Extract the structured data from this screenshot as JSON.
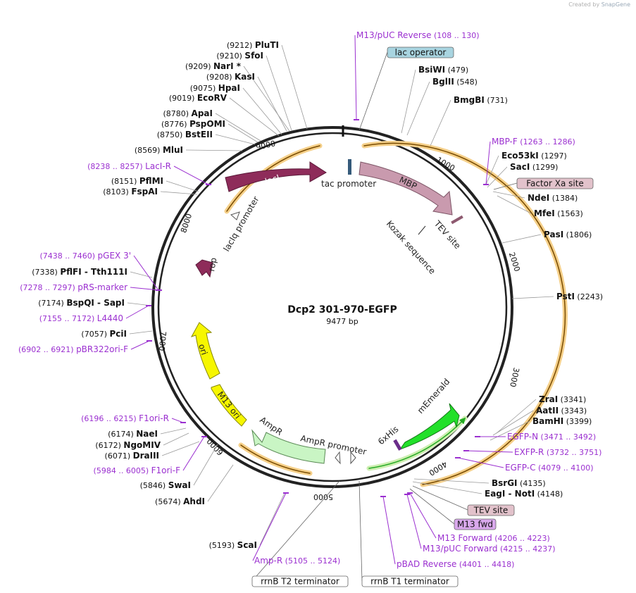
{
  "credit": {
    "prefix": "Created by",
    "brand": "SnapGene"
  },
  "plasmid": {
    "name": "Dcp2 301-970-EGFP",
    "length_label": "9477 bp"
  },
  "ticks": [
    "1000",
    "2000",
    "3000",
    "4000",
    "5000",
    "6000",
    "7000",
    "8000",
    "9000"
  ],
  "colors": {
    "backbone": "#222222",
    "enzyme": "#111111",
    "primer": "#9b30d0",
    "leader": "#999999"
  },
  "enzymes": [
    {
      "name": "PluTI",
      "pos": "(9212)"
    },
    {
      "name": "SfoI",
      "pos": "(9210)"
    },
    {
      "name": "NarI *",
      "pos": "(9209)"
    },
    {
      "name": "KasI",
      "pos": "(9208)"
    },
    {
      "name": "HpaI",
      "pos": "(9075)"
    },
    {
      "name": "EcoRV",
      "pos": "(9019)"
    },
    {
      "name": "ApaI",
      "pos": "(8780)"
    },
    {
      "name": "PspOMI",
      "pos": "(8776)"
    },
    {
      "name": "BstEII",
      "pos": "(8750)"
    },
    {
      "name": "MluI",
      "pos": "(8569)"
    },
    {
      "name": "PflMI",
      "pos": "(8151)"
    },
    {
      "name": "FspAI",
      "pos": "(8103)"
    },
    {
      "name": "PflFI  - Tth111I",
      "pos": "(7338)"
    },
    {
      "name": "BspQI  - SapI",
      "pos": "(7174)"
    },
    {
      "name": "PciI",
      "pos": "(7057)"
    },
    {
      "name": "NaeI",
      "pos": "(6174)"
    },
    {
      "name": "NgoMIV",
      "pos": "(6172)"
    },
    {
      "name": "DraIII",
      "pos": "(6071)"
    },
    {
      "name": "SwaI",
      "pos": "(5846)"
    },
    {
      "name": "AhdI",
      "pos": "(5674)"
    },
    {
      "name": "ScaI",
      "pos": "(5193)"
    },
    {
      "name": "BsiWI",
      "pos": "(479)"
    },
    {
      "name": "BglII",
      "pos": "(548)"
    },
    {
      "name": "BmgBI",
      "pos": "(731)"
    },
    {
      "name": "Eco53kI",
      "pos": "(1297)"
    },
    {
      "name": "SacI",
      "pos": "(1299)"
    },
    {
      "name": "NdeI",
      "pos": "(1384)"
    },
    {
      "name": "MfeI",
      "pos": "(1563)"
    },
    {
      "name": "PasI",
      "pos": "(1806)"
    },
    {
      "name": "PstI",
      "pos": "(2243)"
    },
    {
      "name": "ZraI",
      "pos": "(3341)"
    },
    {
      "name": "AatII",
      "pos": "(3343)"
    },
    {
      "name": "BamHI",
      "pos": "(3399)"
    },
    {
      "name": "BsrGI",
      "pos": "(4135)"
    },
    {
      "name": "EagI  - NotI",
      "pos": "(4148)"
    }
  ],
  "primers": [
    {
      "name": "M13/pUC Reverse",
      "range": "(108 .. 130)"
    },
    {
      "name": "MBP-F",
      "range": "(1263 .. 1286)"
    },
    {
      "name": "EGFP-N",
      "range": "(3471 .. 3492)"
    },
    {
      "name": "EXFP-R",
      "range": "(3732 .. 3751)"
    },
    {
      "name": "EGFP-C",
      "range": "(4079 .. 4100)"
    },
    {
      "name": "M13 Forward",
      "range": "(4206 .. 4223)"
    },
    {
      "name": "M13/pUC Forward",
      "range": "(4215 .. 4237)"
    },
    {
      "name": "pBAD Reverse",
      "range": "(4401 .. 4418)"
    },
    {
      "name": "Amp-R",
      "range": "(5105 .. 5124)"
    },
    {
      "name": "F1ori-F",
      "range": "(5984 .. 6005)"
    },
    {
      "name": "F1ori-R",
      "range": "(6196 .. 6215)"
    },
    {
      "name": "pBR322ori-F",
      "range": "(6902 .. 6921)"
    },
    {
      "name": "L4440",
      "range": "(7155 .. 7172)"
    },
    {
      "name": "pRS-marker",
      "range": "(7278 .. 7297)"
    },
    {
      "name": "pGEX 3'",
      "range": "(7438 .. 7460)"
    },
    {
      "name": "LacI-R",
      "range": "(8238 .. 8257)"
    }
  ],
  "boxed_labels": [
    {
      "name": "lac operator",
      "fill": "#a8d4e0"
    },
    {
      "name": "Factor Xa site",
      "fill": "#e2c2cb"
    },
    {
      "name": "TEV site",
      "fill": "#e2c2cb"
    },
    {
      "name": "M13 fwd",
      "fill": "#d9a8ec"
    },
    {
      "name": "rrnB T2 terminator",
      "fill": "#ffffff"
    },
    {
      "name": "rrnB T1 terminator",
      "fill": "#ffffff"
    }
  ],
  "features": [
    {
      "name": "lacI",
      "color": "#8e2c5a",
      "text_color": "#ffffff"
    },
    {
      "name": "MBP",
      "color": "#c99aae",
      "text_color": "#222222"
    },
    {
      "name": "mEmerald",
      "color": "#22e02a",
      "text_color": "#222222"
    },
    {
      "name": "AmpR",
      "color": "#c9f5c4",
      "text_color": "#222222"
    },
    {
      "name": "ori",
      "color": "#f6f600",
      "text_color": "#222222"
    },
    {
      "name": "M13 ori",
      "color": "#f6f600",
      "text_color": "#222222"
    },
    {
      "name": "rop",
      "color": "#8e2c5a",
      "text_color": "#222222"
    }
  ],
  "promoters": [
    "tac promoter",
    "lacIq promoter",
    "AmpR promoter"
  ],
  "inner_labels": [
    "TEV site",
    "Kozak sequence",
    "6xHis"
  ]
}
